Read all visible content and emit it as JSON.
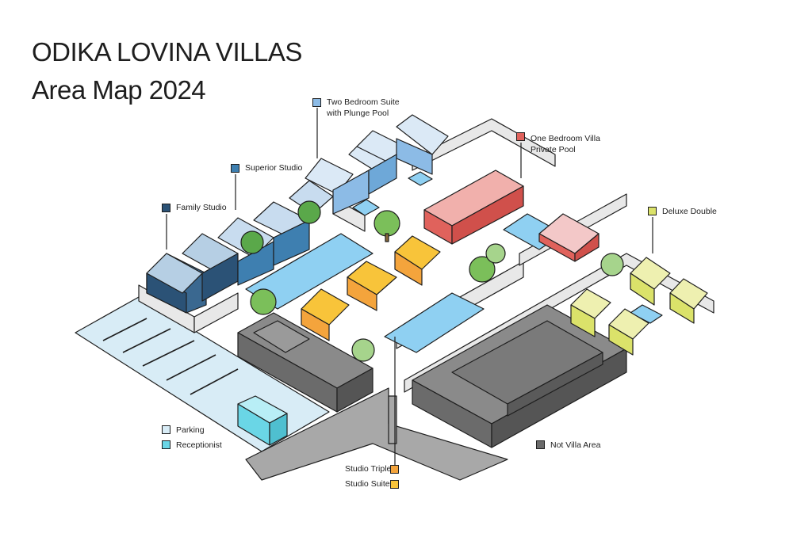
{
  "title": {
    "line1": "ODIKA LOVINA VILLAS",
    "line2": "Area Map 2024"
  },
  "legend": {
    "two_bedroom": {
      "line1": "Two Bedroom Suite",
      "line2": "with Plunge Pool",
      "color": "#8cbbe6"
    },
    "superior": {
      "label": "Superior Studio",
      "color": "#3e7fb0"
    },
    "family": {
      "label": "Family Studio",
      "color": "#2b5276"
    },
    "one_bedroom": {
      "line1": "One Bedroom Villa",
      "line2": "Private Pool",
      "color": "#e0625c"
    },
    "deluxe": {
      "label": "Deluxe Double",
      "color": "#dbe26a"
    },
    "parking": {
      "label": "Parking",
      "color": "#d8ecf6"
    },
    "receptionist": {
      "label": "Receptionist",
      "color": "#6ad6e6"
    },
    "not_villa": {
      "label": "Not Villa Area",
      "color": "#6b6b6b"
    },
    "studio_triple": {
      "label": "Studio Triple",
      "color": "#f4a43c"
    },
    "studio_suite": {
      "label": "Studio Suite",
      "color": "#f8c43a"
    }
  },
  "colors": {
    "wall": "#e8e8e8",
    "pool": "#8fd0f2",
    "tree": "#7bbf5a",
    "trunk": "#8a6a3a",
    "outline": "#1e1e1e"
  }
}
